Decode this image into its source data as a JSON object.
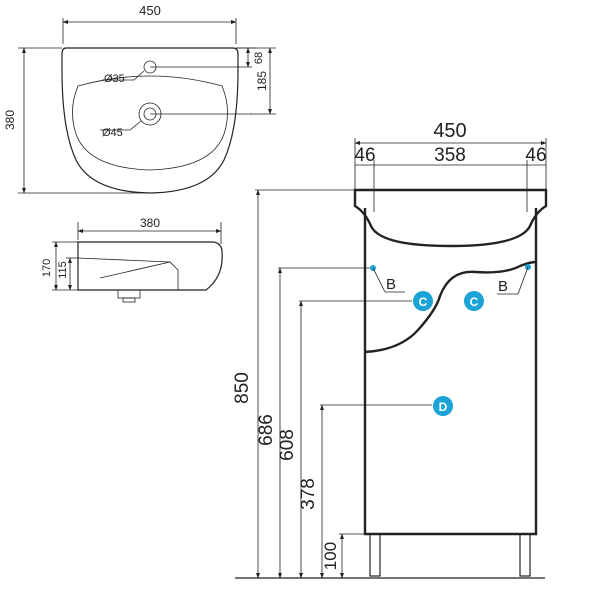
{
  "basin_top": {
    "width": "450",
    "depth": "380",
    "tap_offset": "68",
    "drain_offset": "185",
    "tap_hole": "Ø35",
    "drain_hole": "Ø45"
  },
  "basin_side": {
    "length": "380",
    "height": "170",
    "bowl_height": "115"
  },
  "cabinet": {
    "total_width": "450",
    "side_left": "46",
    "inner": "358",
    "side_right": "46",
    "height_total": "850",
    "height_b": "686",
    "height_c": "608",
    "height_d": "378",
    "leg_height": "100"
  },
  "markers": {
    "b_left": "B",
    "b_right": "B",
    "c_left": "C",
    "c_right": "C",
    "d": "D"
  },
  "colors": {
    "line": "#222222",
    "marker": "#1aa3d4"
  }
}
